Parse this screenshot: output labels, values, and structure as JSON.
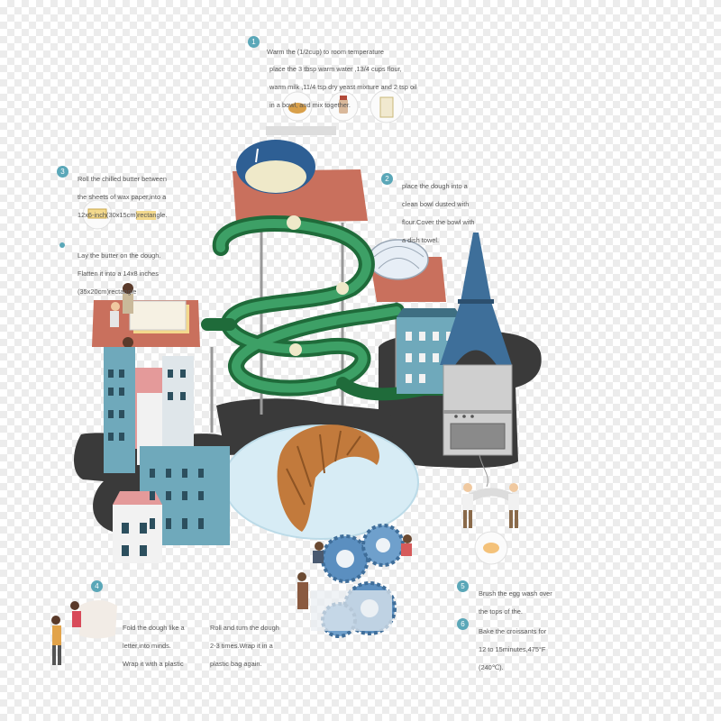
{
  "colors": {
    "accent": "#5aa7b8",
    "track": "#2e8a50",
    "ground": "#3a3a3a",
    "building_blue": "#5d9db0",
    "brick": "#c9705d",
    "croissant": "#c27a3c"
  },
  "steps": [
    {
      "num": "1",
      "lines": [
        "Warm the (1/2cup) to room temperature"
      ]
    },
    {
      "num": "",
      "lines": [
        "place the 3 tbsp warm water ,13/4 cups flour,",
        "warm milk ,11/4 tsp dry yeast mixture and 2 tsp oil",
        "in a bowl, and mix together."
      ]
    },
    {
      "num": "2",
      "lines": [
        "place the dough into a",
        "clean bowl dusted with",
        "flour.Cover the bowl with",
        "a dish towel."
      ]
    },
    {
      "num": "3",
      "lines": [
        "Roll the chilled butter between",
        "the sheets of wax paper,into a",
        "12x6-inch(30x15cm)rectangle."
      ]
    },
    {
      "num": "",
      "lines": [
        "Lay the butter on the dough.",
        "Flatten it into a 14x8 inches",
        "(35x20cm)rectangle"
      ]
    },
    {
      "num": "4",
      "lines": [
        "Fold the dough like a",
        "letter,into minds.",
        "Wrap it with a plastic"
      ]
    },
    {
      "num": "",
      "lines": [
        "Roll and turn the dough",
        "2-3 times.Wrap it in a",
        "plastic bag again."
      ]
    },
    {
      "num": "5",
      "lines": [
        "Brush the egg wash over",
        "the tops of the."
      ]
    },
    {
      "num": "6",
      "lines": [
        "Bake the croissants for",
        "12 to 15minutes,475°F",
        "(240℃)."
      ]
    }
  ],
  "icons": [
    "bowl-icon",
    "jar-icon",
    "milk-carton-icon",
    "butter-icon",
    "egg-icon",
    "eiffel-tower-icon",
    "oven-icon",
    "croissant-icon",
    "gear-icon",
    "cyclist-icon"
  ]
}
